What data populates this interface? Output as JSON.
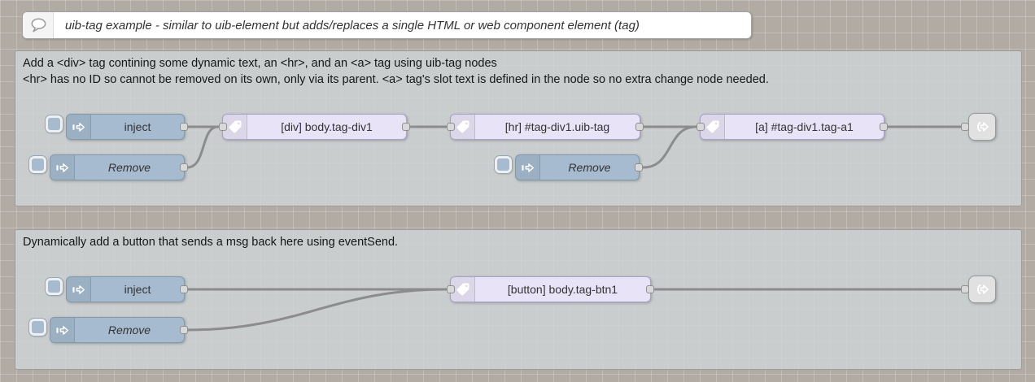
{
  "comment": {
    "label": "uib-tag example - similar to uib-element but adds/replaces a single HTML or web component element (tag)"
  },
  "groups": [
    {
      "title_line1": "Add a <div> tag contining some dynamic text, an <hr>, and an <a> tag using uib-tag nodes",
      "title_line2": "<hr> has no ID so cannot be removed on its own, only via its parent. <a> tag's slot text is defined in the node so no extra change node needed."
    },
    {
      "title_line1": "Dynamically add a button that sends a msg back here using eventSend."
    }
  ],
  "nodes": {
    "inject1": {
      "label": "inject"
    },
    "remove1": {
      "label": "Remove"
    },
    "tag_div": {
      "label": "[div] body.tag-div1"
    },
    "tag_hr": {
      "label": "[hr] #tag-div1.uib-tag"
    },
    "tag_a": {
      "label": "[a] #tag-div1.tag-a1"
    },
    "remove2": {
      "label": "Remove"
    },
    "inject2": {
      "label": "inject"
    },
    "remove3": {
      "label": "Remove"
    },
    "tag_button": {
      "label": "[button] body.tag-btn1"
    }
  },
  "icons": {
    "comment": "chat-bubble-icon",
    "inject": "inject-arrow-icon",
    "tag": "tag-icon",
    "link_out": "link-out-icon"
  },
  "colors": {
    "canvas_bg": "#b1aba3",
    "group_fill": "#ced4d8",
    "inject_node": "#a6bbcf",
    "uib_tag_node": "#e8e3f6",
    "link_node": "#e1e1e1",
    "wire": "#8c8c8c"
  }
}
